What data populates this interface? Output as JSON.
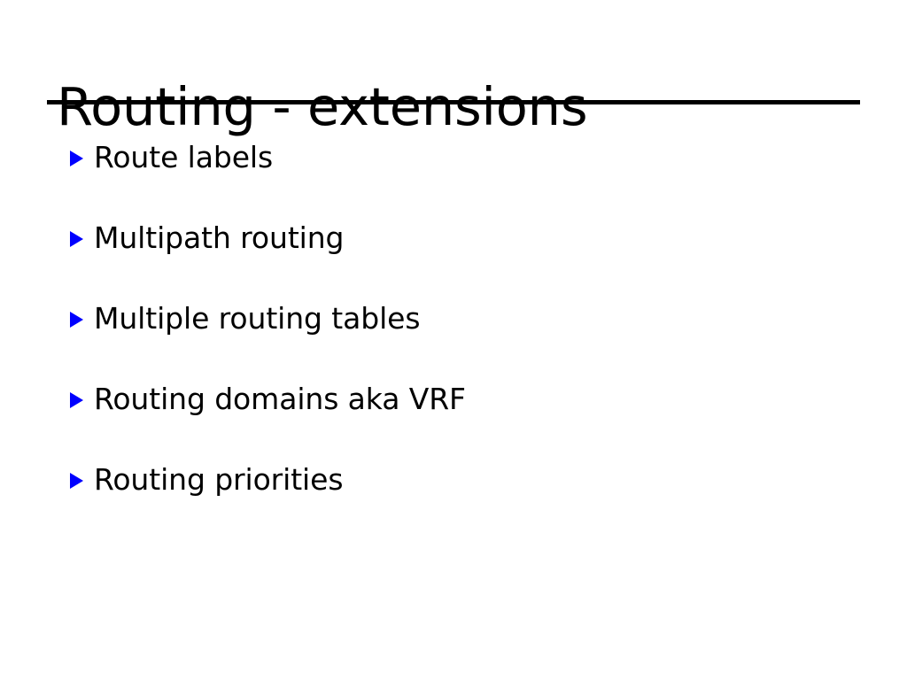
{
  "slide": {
    "title": "Routing - extensions",
    "bullet_marker_icon": "triangle-right-icon",
    "bullet_color": "#0000ff",
    "text_color": "#000000",
    "background_color": "#ffffff",
    "rule_color": "#000000",
    "bullets": [
      {
        "label": "Route labels"
      },
      {
        "label": "Multipath routing"
      },
      {
        "label": "Multiple routing tables"
      },
      {
        "label": "Routing domains aka VRF"
      },
      {
        "label": "Routing priorities"
      }
    ]
  }
}
